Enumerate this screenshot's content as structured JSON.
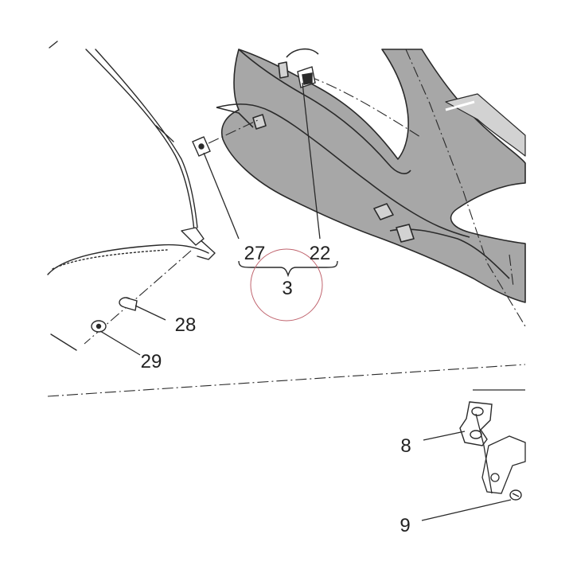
{
  "callouts": {
    "c27": "27",
    "c22": "22",
    "c3": "3",
    "c28": "28",
    "c29": "29",
    "c8": "8",
    "c9": "9"
  },
  "colors": {
    "line": "#2a2a2a",
    "part_fill": "#a7a7a7",
    "part_fill_light": "#d2d2d2",
    "highlight_circle": "#c0646e"
  }
}
